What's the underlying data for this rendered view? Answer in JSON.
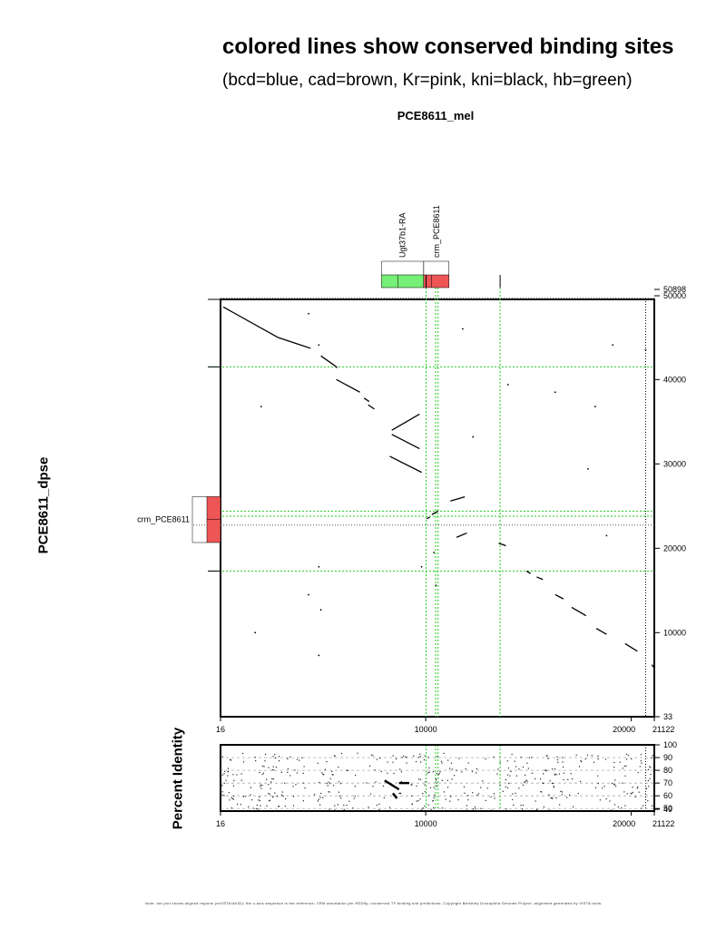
{
  "header": {
    "title": "colored lines show conserved binding sites",
    "subtitle": "(bcd=blue, cad=brown, Kr=pink, kni=black, hb=green)",
    "x_sequence": "PCE8611_mel",
    "y_sequence": "PCE8611_dpse"
  },
  "footer": {
    "text": "Note: dot plot shows aligned regions (mVISTA/AVID); the x-axis sequence is the reference; CRM annotation per REDfly; conserved TF binding site predictions; Copyright Berkeley Drosophila Genome Project; alignment generated by VISTA tools."
  },
  "colors": {
    "hb": "#22cc22",
    "crm_box": "#ee5555",
    "gene_box": "#77ee77",
    "dot": "#000000"
  },
  "chart_data": [
    {
      "type": "scatter",
      "subtype": "dot-plot",
      "xlabel": "PCE8611_mel",
      "ylabel": "PCE8611_dpse",
      "xlim": [
        16,
        21122
      ],
      "ylim": [
        33,
        50898
      ],
      "x_ticks": [
        16,
        10000,
        20000,
        21122
      ],
      "x_tick_labels": [
        "16",
        "10000",
        "20000",
        "21122"
      ],
      "y_ticks": [
        50898,
        50000,
        40000,
        30000,
        20000,
        10000,
        33
      ],
      "y_tick_labels": [
        "50898",
        "50000",
        "40000",
        "30000",
        "20000",
        "10000",
        "33"
      ],
      "x_features": [
        {
          "name": "Ugt37b1-RA",
          "start": 7850,
          "end": 9900,
          "color": "#77ee77",
          "icon": "gene-box"
        },
        {
          "name": "crm_PCE8611",
          "start": 9900,
          "end": 11130,
          "color": "#ee5555",
          "icon": "crm-box"
        }
      ],
      "y_features": [
        {
          "name": "crm_PCE8611",
          "start": 22400,
          "end": 24400,
          "color": "#ee5555",
          "icon": "crm-box"
        }
      ],
      "hb_sites_x": [
        10020,
        10480,
        10600,
        13620
      ],
      "hb_sites_y": [
        41500,
        24400,
        23800,
        17300
      ],
      "segments": [
        {
          "x": [
            150,
            2800
          ],
          "y": [
            48600,
            45000
          ]
        },
        {
          "x": [
            2800,
            4400
          ],
          "y": [
            45000,
            43700
          ]
        },
        {
          "x": [
            4900,
            5600
          ],
          "y": [
            42800,
            41600
          ]
        },
        {
          "x": [
            5600,
            5700
          ],
          "y": [
            41600,
            41400
          ]
        },
        {
          "x": [
            5650,
            6800
          ],
          "y": [
            40000,
            38500
          ]
        },
        {
          "x": [
            7000,
            7250
          ],
          "y": [
            37800,
            37400
          ]
        },
        {
          "x": [
            7200,
            7500
          ],
          "y": [
            37000,
            36500
          ]
        },
        {
          "x": [
            8350,
            9700
          ],
          "y": [
            34000,
            35900
          ]
        },
        {
          "x": [
            8350,
            9700
          ],
          "y": [
            33500,
            31800
          ]
        },
        {
          "x": [
            8250,
            9800
          ],
          "y": [
            30900,
            29000
          ]
        },
        {
          "x": [
            10050,
            10200
          ],
          "y": [
            23500,
            23700
          ]
        },
        {
          "x": [
            10300,
            10600
          ],
          "y": [
            24000,
            24400
          ]
        },
        {
          "x": [
            11200,
            11900
          ],
          "y": [
            25600,
            26100
          ]
        },
        {
          "x": [
            11500,
            12000
          ],
          "y": [
            21300,
            21800
          ]
        },
        {
          "x": [
            13550,
            13900
          ],
          "y": [
            20600,
            20300
          ]
        },
        {
          "x": [
            14900,
            15100
          ],
          "y": [
            17300,
            17000
          ]
        },
        {
          "x": [
            15400,
            15700
          ],
          "y": [
            16600,
            16300
          ]
        },
        {
          "x": [
            16300,
            16700
          ],
          "y": [
            14500,
            14000
          ]
        },
        {
          "x": [
            17100,
            17800
          ],
          "y": [
            13000,
            12000
          ]
        },
        {
          "x": [
            18300,
            18800
          ],
          "y": [
            10500,
            9800
          ]
        },
        {
          "x": [
            19700,
            20300
          ],
          "y": [
            8700,
            7800
          ]
        },
        {
          "x": [
            21000,
            21122
          ],
          "y": [
            6200,
            5800
          ]
        }
      ],
      "points": [
        {
          "x": 4300,
          "y": 47800
        },
        {
          "x": 4800,
          "y": 44100
        },
        {
          "x": 11800,
          "y": 46000
        },
        {
          "x": 19100,
          "y": 44100
        },
        {
          "x": 20700,
          "y": 43500
        },
        {
          "x": 2000,
          "y": 36800
        },
        {
          "x": 12300,
          "y": 33200
        },
        {
          "x": 16300,
          "y": 38500
        },
        {
          "x": 18250,
          "y": 36800
        },
        {
          "x": 14000,
          "y": 39400
        },
        {
          "x": 17900,
          "y": 29400
        },
        {
          "x": 4800,
          "y": 17800
        },
        {
          "x": 9800,
          "y": 17800
        },
        {
          "x": 10400,
          "y": 19500
        },
        {
          "x": 10500,
          "y": 15600
        },
        {
          "x": 18800,
          "y": 21500
        },
        {
          "x": 4300,
          "y": 14500
        },
        {
          "x": 4900,
          "y": 12700
        },
        {
          "x": 1700,
          "y": 10000
        },
        {
          "x": 4800,
          "y": 7300
        }
      ]
    },
    {
      "type": "scatter",
      "subtype": "percent-identity",
      "ylabel": "Percent Identity",
      "xlim": [
        16,
        21122
      ],
      "ylim": [
        48,
        100
      ],
      "x_ticks": [
        16,
        10000,
        20000,
        21122
      ],
      "x_tick_labels": [
        "16",
        "10000",
        "20000",
        "21122"
      ],
      "y_ticks": [
        100,
        90,
        80,
        70,
        60,
        50,
        49
      ],
      "y_tick_labels": [
        "100",
        "90",
        "80",
        "70",
        "60",
        "50",
        "49"
      ],
      "highlight_segments": [
        {
          "x": [
            8000,
            8700
          ],
          "y": [
            72,
            65
          ]
        },
        {
          "x": [
            8700,
            9200
          ],
          "y": [
            70,
            70
          ]
        },
        {
          "x": [
            8400,
            8600
          ],
          "y": [
            62,
            58
          ]
        }
      ]
    }
  ]
}
